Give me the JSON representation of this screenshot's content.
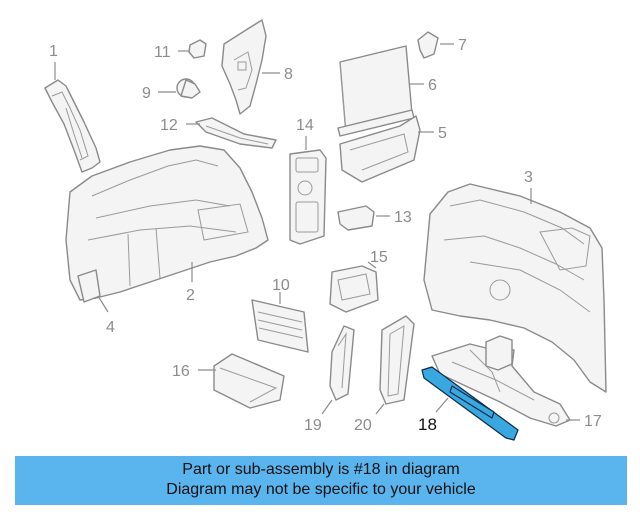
{
  "callouts": {
    "c1": "1",
    "c2": "2",
    "c3": "3",
    "c4": "4",
    "c5": "5",
    "c6": "6",
    "c7": "7",
    "c8": "8",
    "c9": "9",
    "c10": "10",
    "c11": "11",
    "c12": "12",
    "c13": "13",
    "c14": "14",
    "c15": "15",
    "c16": "16",
    "c17": "17",
    "c18": "18",
    "c19": "19",
    "c20": "20"
  },
  "highlight_part": "18",
  "colors": {
    "highlight": "#3aa8e0",
    "banner": "#5ab5ee",
    "line": "#8c8c8c"
  },
  "banner": {
    "line1": "Part or sub-assembly is #18 in diagram",
    "line2": "Diagram may not be specific to your vehicle"
  }
}
